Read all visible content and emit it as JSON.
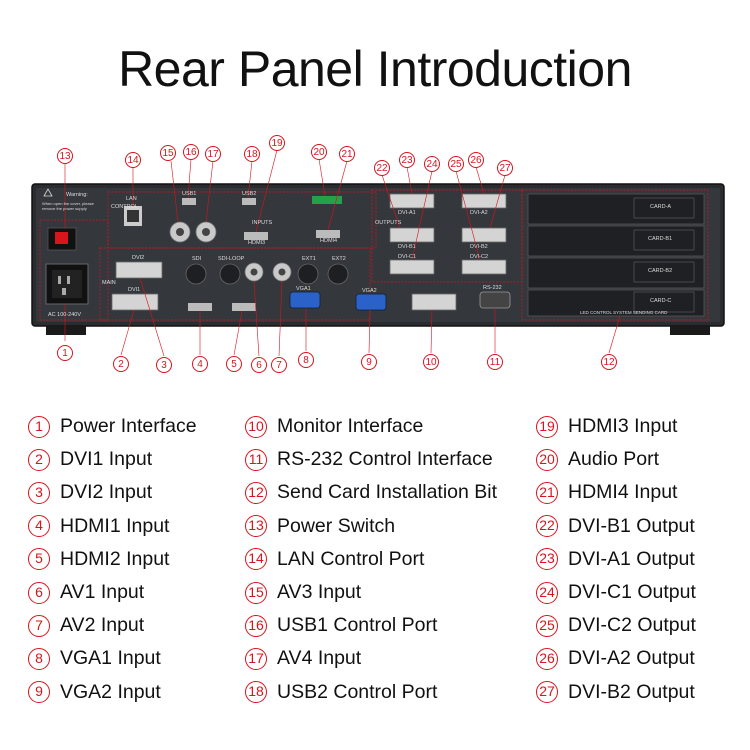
{
  "title": "Rear Panel Introduction",
  "accent_color": "#d8141c",
  "panel_labels": {
    "control": "CONTROL",
    "lan": "LAN",
    "usb1": "USB1",
    "usb2": "USB2",
    "inputs": "INPUTS",
    "hdmi3": "HDMI3",
    "hdmi4": "HDMI4",
    "sdi": "SDI",
    "sdi_loop": "SDI-LOOP",
    "ext1": "EXT1",
    "ext2": "EXT2",
    "dvi2": "DVI2",
    "dvi1": "DVI1",
    "main": "MAIN",
    "vga1": "VGA1",
    "vga2": "VGA2",
    "outputs": "OUTPUTS",
    "dvi_a1": "DVI-A1",
    "dvi_a2": "DVI-A2",
    "dvi_b1": "DVI-B1",
    "dvi_b2": "DVI-B2",
    "dvi_c1": "DVI-C1",
    "dvi_c2": "DVI-C2",
    "rs232": "RS-232",
    "card_a": "CARD-A",
    "card_b1": "CARD-B1",
    "card_b2": "CARD-B2",
    "card_c": "CARD-C",
    "send_card": "LED CONTROL SYSTEM SENDING CARD",
    "ac": "AC 100-240V",
    "warning": "Warning:",
    "warning_text": "When open the cover, please remove the power supply"
  },
  "legend_columns": [
    [
      {
        "n": "1",
        "label": "Power Interface"
      },
      {
        "n": "2",
        "label": "DVI1 Input"
      },
      {
        "n": "3",
        "label": "DVI2 Input"
      },
      {
        "n": "4",
        "label": "HDMI1 Input"
      },
      {
        "n": "5",
        "label": "HDMI2 Input"
      },
      {
        "n": "6",
        "label": "AV1 Input"
      },
      {
        "n": "7",
        "label": "AV2 Input"
      },
      {
        "n": "8",
        "label": "VGA1 Input"
      },
      {
        "n": "9",
        "label": "VGA2 Input"
      }
    ],
    [
      {
        "n": "10",
        "label": "Monitor Interface"
      },
      {
        "n": "11",
        "label": "RS-232 Control Interface"
      },
      {
        "n": "12",
        "label": "Send Card Installation Bit"
      },
      {
        "n": "13",
        "label": "Power Switch"
      },
      {
        "n": "14",
        "label": "LAN Control Port"
      },
      {
        "n": "15",
        "label": "AV3 Input"
      },
      {
        "n": "16",
        "label": "USB1 Control Port"
      },
      {
        "n": "17",
        "label": "AV4 Input"
      },
      {
        "n": "18",
        "label": "USB2 Control Port"
      }
    ],
    [
      {
        "n": "19",
        "label": "HDMI3 Input"
      },
      {
        "n": "20",
        "label": "Audio Port"
      },
      {
        "n": "21",
        "label": "HDMI4 Input"
      },
      {
        "n": "22",
        "label": "DVI-B1 Output"
      },
      {
        "n": "23",
        "label": "DVI-A1 Output"
      },
      {
        "n": "24",
        "label": "DVI-C1 Output"
      },
      {
        "n": "25",
        "label": "DVI-C2 Output"
      },
      {
        "n": "26",
        "label": "DVI-A2 Output"
      },
      {
        "n": "27",
        "label": "DVI-B2 Output"
      }
    ]
  ]
}
